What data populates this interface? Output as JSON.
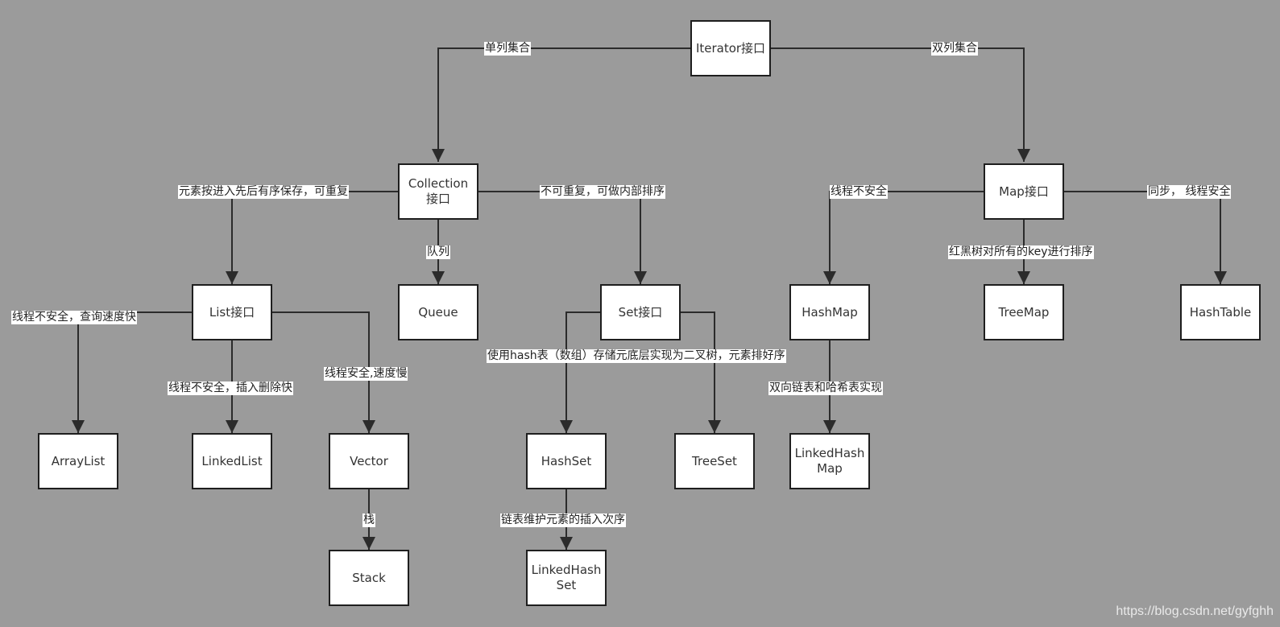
{
  "nodes": {
    "iterator": "Iterator接口",
    "collection": "Collection接口",
    "map": "Map接口",
    "list": "List接口",
    "queue": "Queue",
    "set": "Set接口",
    "hashmap": "HashMap",
    "treemap": "TreeMap",
    "hashtable": "HashTable",
    "arraylist": "ArrayList",
    "linkedlist": "LinkedList",
    "vector": "Vector",
    "hashset": "HashSet",
    "treeset": "TreeSet",
    "linkedhashmap": "LinkedHashMap",
    "stack": "Stack",
    "linkedhashset": "LinkedHashSet"
  },
  "edges": {
    "single_col": "单列集合",
    "double_col": "双列集合",
    "list_desc": "元素按进入先后有序保存，可重复",
    "set_desc": "不可重复，可做内部排序",
    "queue_desc": "队列",
    "hashmap_desc": "线程不安全",
    "treemap_desc": "红黑树对所有的key进行排序",
    "hashtable_desc": "同步， 线程安全",
    "arraylist_desc": "线程不安全，查询速度快",
    "linkedlist_desc": "线程不安全，插入删除快",
    "vector_desc": "线程安全,速度慢",
    "hashset_treeset_desc": "使用hash表（数组）存储元底层实现为二叉树，元素排好序",
    "linkedhashmap_desc": "双向链表和哈希表实现",
    "stack_desc": "栈",
    "linkedhashset_desc": "链表维护元素的插入次序"
  },
  "watermark": "https://blog.csdn.net/gyfghh",
  "colors": {
    "background": "#9b9b9b",
    "node_fill": "#ffffff",
    "line": "#2b2b2b"
  }
}
